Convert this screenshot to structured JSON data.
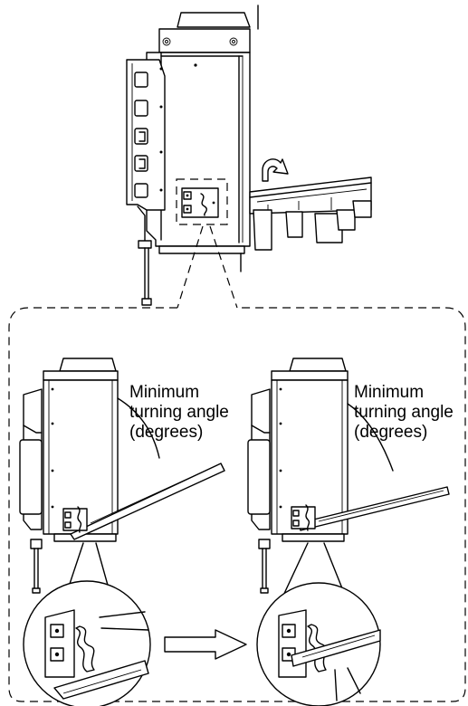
{
  "figure": {
    "left_view": {
      "angle_label_lines": [
        "Minimum",
        "turning angle",
        "(degrees)"
      ]
    },
    "right_view": {
      "angle_label_lines": [
        "Minimum",
        "turning angle",
        "(degrees)"
      ]
    },
    "icons": {
      "rotation": "curved-rotation-arrow-icon",
      "transition": "hollow-right-arrow-icon"
    }
  }
}
